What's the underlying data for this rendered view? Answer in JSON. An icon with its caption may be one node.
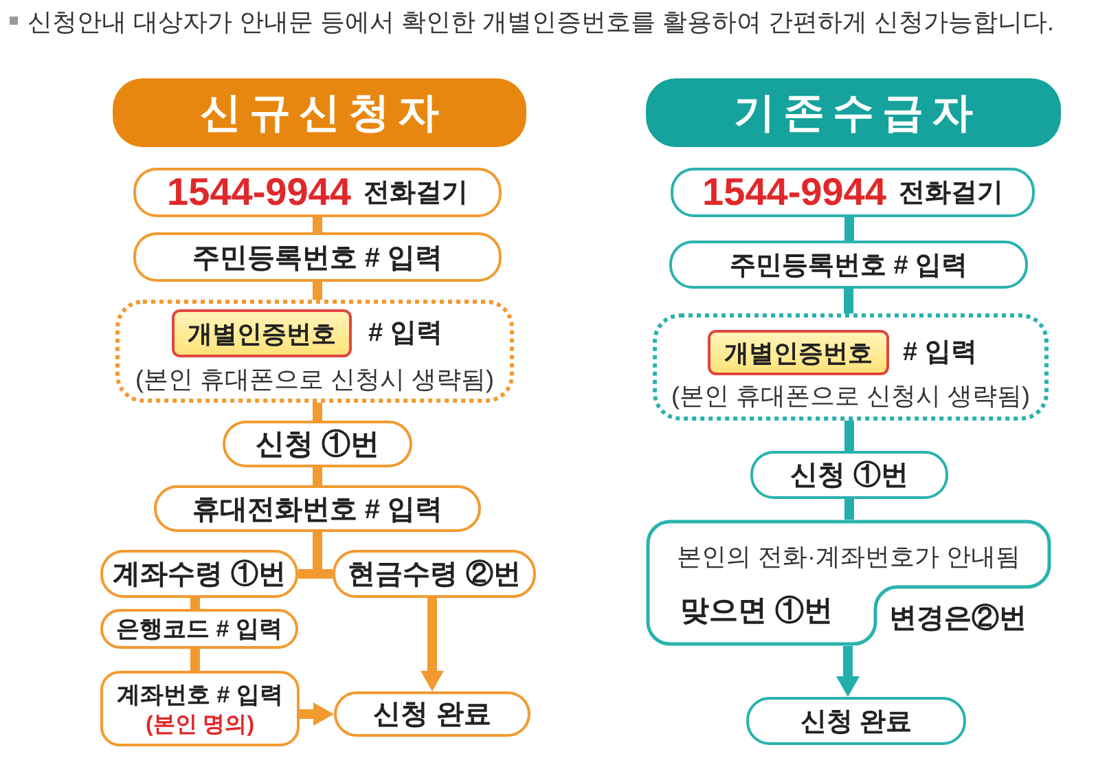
{
  "diagram": {
    "title": "신청안내 대상자가 안내문 등에서 확인한 개별인증번호를 활용하여 간편하게 신청가능합니다.",
    "nodes": [
      {
        "text": [
          "신규신청자"
        ]
      },
      {
        "text": [
          "1544-9944",
          "전화걸기"
        ]
      },
      {
        "text": [
          "주민등록번호 # 입력"
        ]
      },
      {
        "text": [
          "# 입력",
          "(본인 휴대폰으로 신청시 생략됨)"
        ]
      },
      {
        "text": [
          "개별인증번호"
        ],
        "in": 3
      },
      {
        "text": [
          "신청 ①번"
        ]
      },
      {
        "text": [
          "휴대전화번호 # 입력"
        ]
      },
      {
        "text": [
          "계좌수령 ①번"
        ]
      },
      {
        "text": [
          "현금수령 ②번"
        ]
      },
      {
        "text": [
          "은행코드 # 입력"
        ]
      },
      {
        "text": [
          "계좌번호 # 입력",
          "(본인 명의)"
        ]
      },
      {
        "text": [
          "신청 완료"
        ]
      },
      {
        "text": [
          "기존수급자"
        ]
      },
      {
        "text": [
          "1544-9944",
          "전화걸기"
        ]
      },
      {
        "text": [
          "주민등록번호 # 입력"
        ]
      },
      {
        "text": [
          "# 입력",
          "(본인 휴대폰으로 신청시 생략됨)"
        ]
      },
      {
        "text": [
          "개별인증번호"
        ],
        "in": 15
      },
      {
        "text": [
          "신청 ①번"
        ]
      },
      {
        "text": [
          "본인의 전화·계좌번호가 안내됨",
          "맞으면 ①번",
          "변경은②번"
        ]
      },
      {
        "text": [
          "신청 완료"
        ]
      }
    ],
    "edges": [
      {
        "from": 1,
        "to": 2,
        "arrow": "none"
      },
      {
        "from": 2,
        "to": 3,
        "arrow": "none"
      },
      {
        "from": 3,
        "to": 5,
        "arrow": "none"
      },
      {
        "from": 5,
        "to": 6,
        "arrow": "none"
      },
      {
        "from": 6,
        "to": 7,
        "arrow": "none"
      },
      {
        "from": 6,
        "to": 8,
        "arrow": "none"
      },
      {
        "from": 7,
        "to": 9,
        "arrow": "none"
      },
      {
        "from": 9,
        "to": 10,
        "arrow": "none"
      },
      {
        "from": 10,
        "to": 11,
        "arrow": "to"
      },
      {
        "from": 8,
        "to": 11,
        "arrow": "to"
      },
      {
        "from": 13,
        "to": 14,
        "arrow": "none",
        "color": "#22afac"
      },
      {
        "from": 14,
        "to": 15,
        "arrow": "none",
        "color": "#22afac"
      },
      {
        "from": 15,
        "to": 17,
        "arrow": "none",
        "color": "#22afac"
      },
      {
        "from": 17,
        "to": 18,
        "arrow": "none",
        "color": "#22afac"
      },
      {
        "from": 18,
        "to": 19,
        "arrow": "to",
        "color": "#22afac"
      }
    ]
  }
}
